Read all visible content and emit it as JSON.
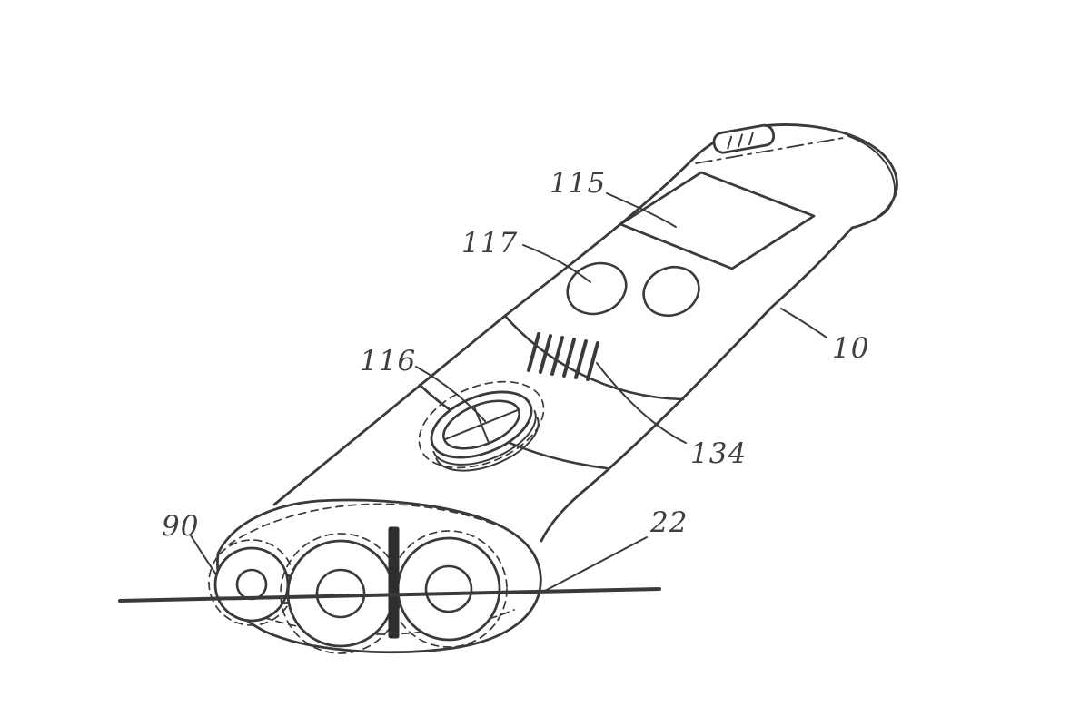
{
  "figure": {
    "type": "patent-line-drawing",
    "background_color": "#ffffff",
    "line_color": "#3a3a3a",
    "labels": {
      "display": "115",
      "buttons": "117",
      "dial": "116",
      "grille": "134",
      "device": "10",
      "head": "90",
      "surface": "22"
    }
  }
}
